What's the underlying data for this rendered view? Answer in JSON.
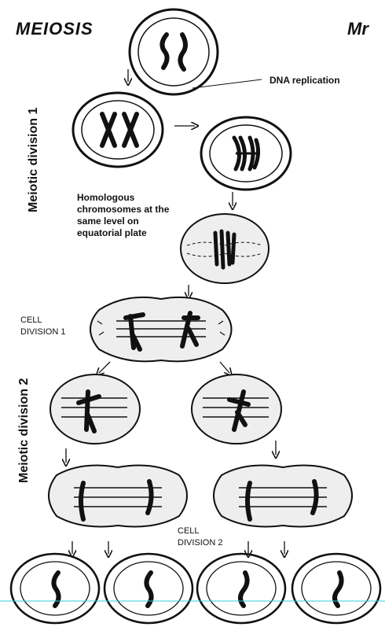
{
  "labels": {
    "title": "MEIOSIS",
    "title_cut": "Mr",
    "dna_replication": "DNA replication",
    "homologous_line1": "Homologous",
    "homologous_line2": "chromosomes at the",
    "homologous_line3": "same level on",
    "homologous_line4": "equatorial plate",
    "cell_division_1_line1": "CELL",
    "cell_division_1_line2": "DIVISION 1",
    "cell_division_2_line1": "CELL",
    "cell_division_2_line2": "DIVISION 2",
    "meiotic_division_1": "Meiotic division 1",
    "meiotic_division_2": "Meiotic division 2"
  },
  "colors": {
    "ink": "#111111",
    "cell_fill": "#eeeeee",
    "guide_line": "#33ccdd"
  }
}
